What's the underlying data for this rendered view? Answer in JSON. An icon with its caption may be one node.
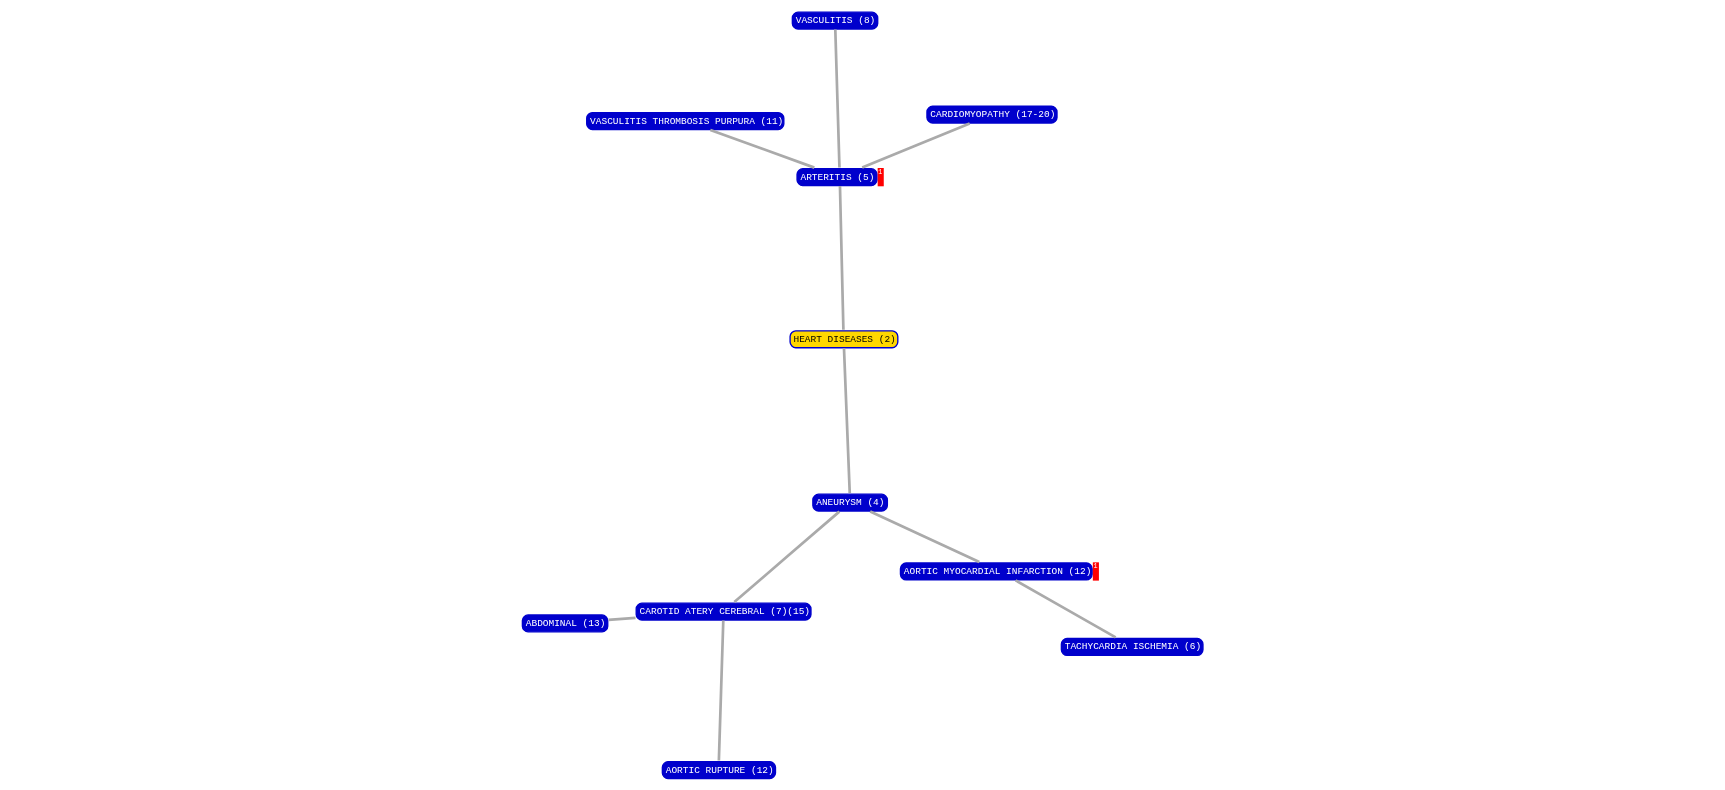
{
  "diagram": {
    "nodes": [
      {
        "text": [
          "VASCULITIS THROMBOSIS PURPURA (11)"
        ]
      },
      {
        "text": [
          "CARDIOMYOPATHY (17-20)"
        ]
      },
      {
        "text": [
          "ARTERITIS (5)"
        ],
        "beside": [
          "1"
        ]
      },
      {
        "text": [
          "ABDOMINAL (13)"
        ]
      },
      {
        "text": [
          "HEART DISEASES (2)"
        ]
      },
      {
        "text": [
          "VASCULITIS (8)"
        ]
      },
      {
        "text": [
          "CAROTID ATERY CEREBRAL (7)(15)"
        ]
      },
      {
        "text": [
          "AORTIC RUPTURE (12)"
        ]
      },
      {
        "text": [
          "ANEURYSM (4)"
        ]
      },
      {
        "text": [
          "AORTIC MYOCARDIAL INFARCTION (12)"
        ],
        "beside": [
          "1"
        ]
      },
      {
        "text": [
          "TACHYCARDIA ISCHEMIA (6)"
        ]
      }
    ],
    "edges": [
      {
        "from": 2,
        "to": 0,
        "arrow": "none"
      },
      {
        "from": 2,
        "to": 1,
        "arrow": "none"
      },
      {
        "from": 2,
        "to": 5,
        "arrow": "none"
      },
      {
        "from": 4,
        "to": 2,
        "arrow": "none"
      },
      {
        "from": 4,
        "to": 8,
        "arrow": "none"
      },
      {
        "from": 8,
        "to": 6,
        "arrow": "none"
      },
      {
        "from": 6,
        "to": 3,
        "arrow": "none"
      },
      {
        "from": 6,
        "to": 7,
        "arrow": "none"
      },
      {
        "from": 8,
        "to": 9,
        "arrow": "none"
      },
      {
        "from": 9,
        "to": 10,
        "arrow": "none"
      }
    ]
  }
}
